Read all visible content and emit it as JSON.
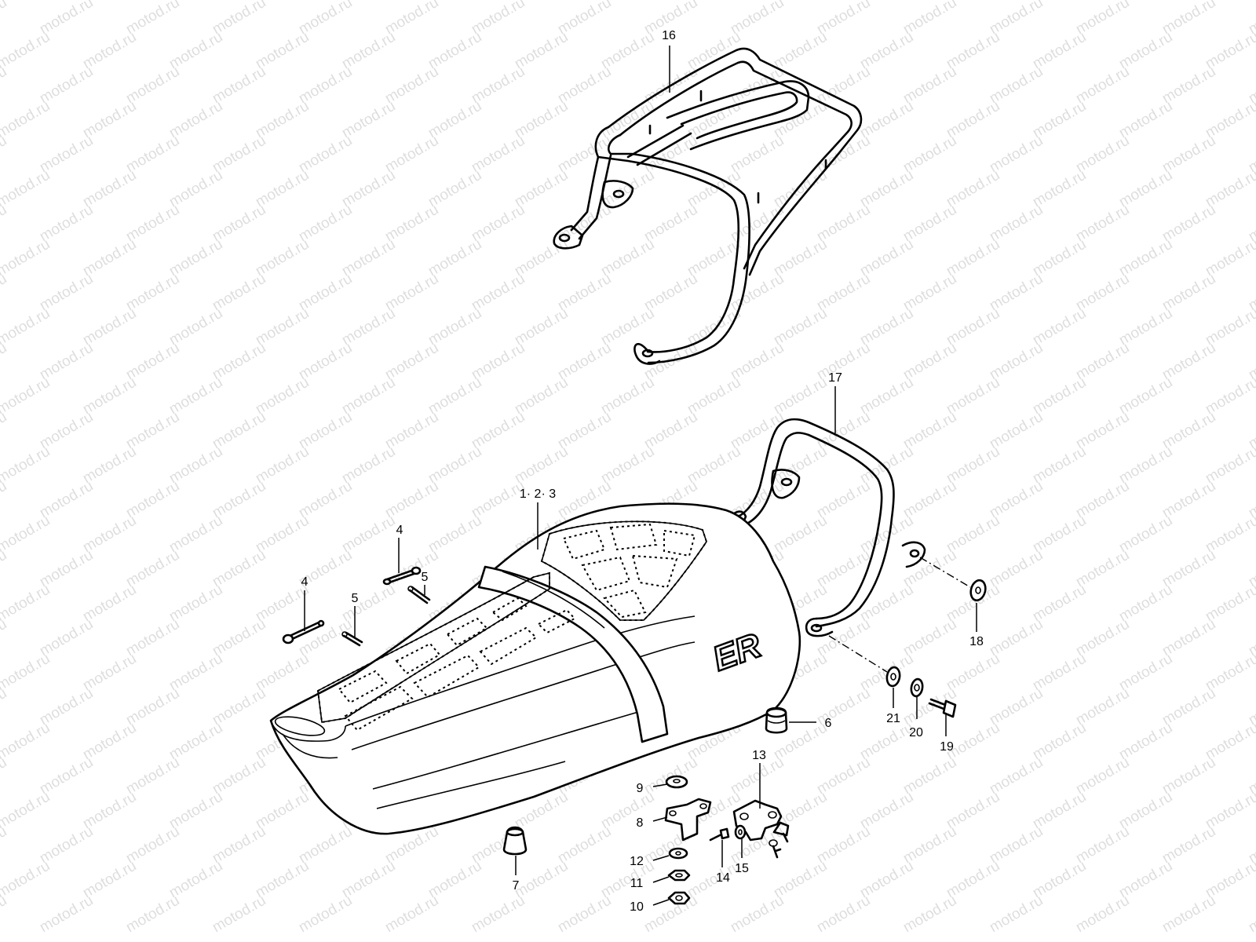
{
  "watermark": {
    "text": "motod.ru"
  },
  "seat": {
    "brand_text": "ER"
  },
  "callouts": {
    "c16": "16",
    "c17": "17",
    "c123": "1· 2· 3",
    "c4a": "4",
    "c5a": "5",
    "c4b": "4",
    "c5b": "5",
    "c18": "18",
    "c6": "6",
    "c21": "21",
    "c20": "20",
    "c19": "19",
    "c13": "13",
    "c9": "9",
    "c8": "8",
    "c12": "12",
    "c11": "11",
    "c10": "10",
    "c14": "14",
    "c15": "15",
    "c7": "7"
  }
}
